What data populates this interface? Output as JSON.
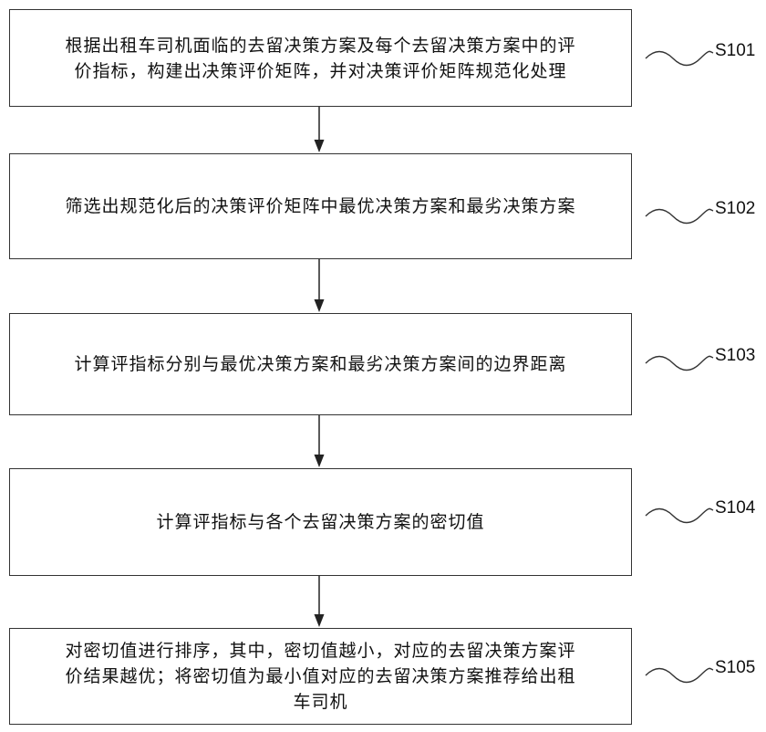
{
  "steps": [
    {
      "id": "S101",
      "label": "S101",
      "text": "根据出租车司机面临的去留决策方案及每个去留决策方案中的评\n价指标，构建出决策评价矩阵，并对决策评价矩阵规范化处理"
    },
    {
      "id": "S102",
      "label": "S102",
      "text": "筛选出规范化后的决策评价矩阵中最优决策方案和最劣决策方案"
    },
    {
      "id": "S103",
      "label": "S103",
      "text": "计算评指标分别与最优决策方案和最劣决策方案间的边界距离"
    },
    {
      "id": "S104",
      "label": "S104",
      "text": "计算评指标与各个去留决策方案的密切值"
    },
    {
      "id": "S105",
      "label": "S105",
      "text": "对密切值进行排序，其中，密切值越小，对应的去留决策方案评\n价结果越优；将密切值为最小值对应的去留决策方案推荐给出租\n车司机"
    }
  ]
}
